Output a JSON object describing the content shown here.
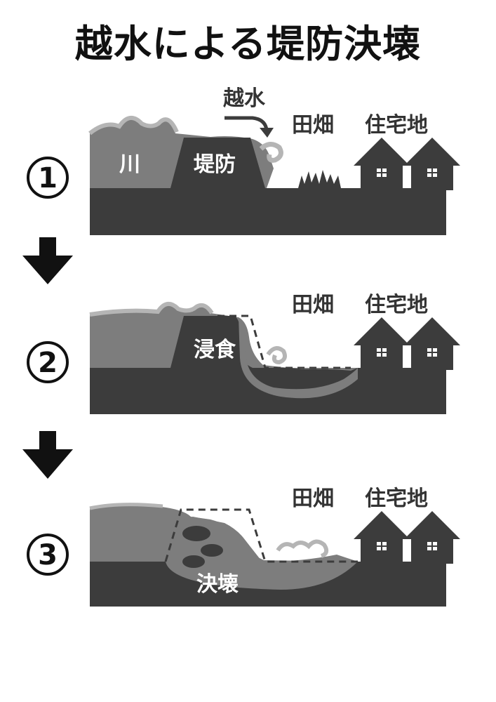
{
  "title": "越水による堤防決壊",
  "steps": [
    {
      "number": "1",
      "labels": {
        "overflow": "越水",
        "river": "川",
        "levee": "堤防",
        "field": "田畑",
        "residential": "住宅地"
      }
    },
    {
      "number": "2",
      "labels": {
        "erosion": "浸食",
        "field": "田畑",
        "residential": "住宅地"
      }
    },
    {
      "number": "3",
      "labels": {
        "breach": "決壊",
        "field": "田畑",
        "residential": "住宅地"
      }
    }
  ],
  "colors": {
    "ground": "#3c3c3c",
    "water": "#7d7d7d",
    "foam": "#b5b5b5",
    "levee": "#3c3c3c",
    "background": "#ffffff"
  },
  "icons": [
    "down-arrow-icon",
    "house-icon",
    "wave-icon",
    "grass-icon"
  ]
}
